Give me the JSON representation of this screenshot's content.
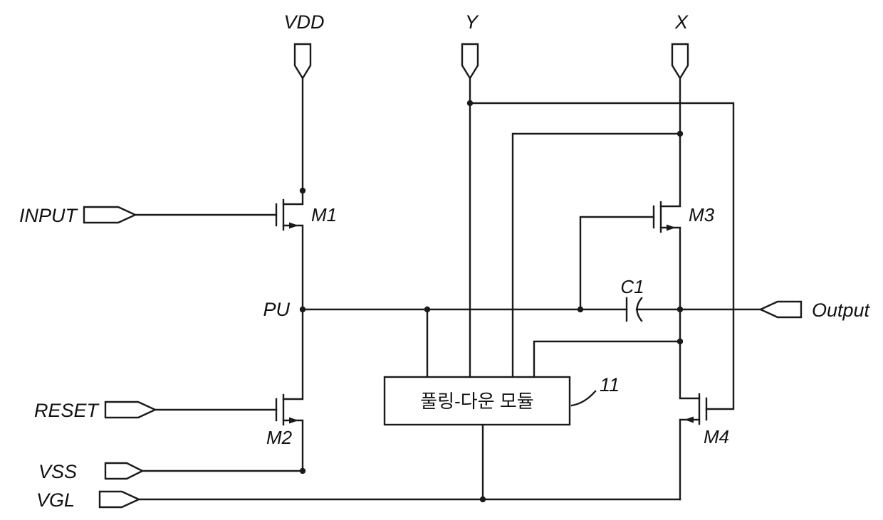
{
  "diagram": {
    "title": "gate-driver-unit-circuit-schematic",
    "terminals": {
      "vdd": "VDD",
      "y": "Y",
      "x": "X",
      "input": "INPUT",
      "reset": "RESET",
      "vss": "VSS",
      "vgl": "VGL",
      "output": "Output"
    },
    "nodes": {
      "pu": "PU"
    },
    "components": {
      "m1": "M1",
      "m2": "M2",
      "m3": "M3",
      "m4": "M4",
      "c1": "C1"
    },
    "module": {
      "label": "풀링-다운 모듈",
      "ref": "11"
    },
    "colors": {
      "line": "#1a1a1a",
      "background": "#ffffff"
    }
  }
}
